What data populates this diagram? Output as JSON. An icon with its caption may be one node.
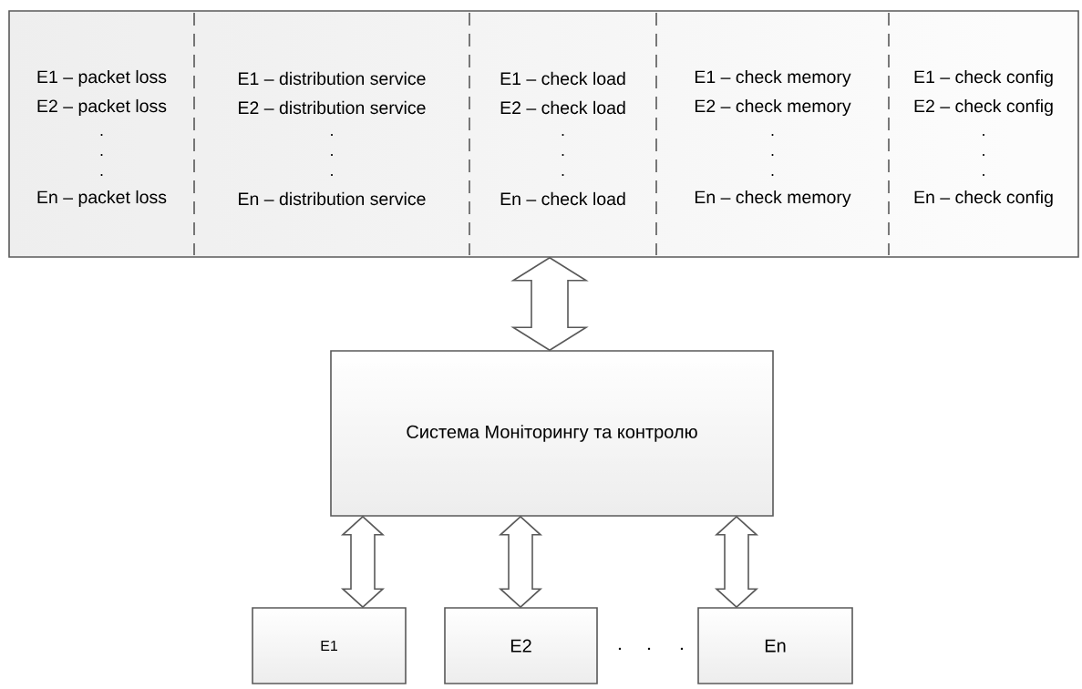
{
  "diagram": {
    "nodes": [
      {
        "text": [],
        "shape": "box"
      },
      {
        "text": [
          "E1 – packet loss",
          "E2 – packet loss",
          "En – packet loss"
        ],
        "in": 0
      },
      {
        "text": [
          "E1 – distribution service",
          "E2 – distribution service",
          "En – distribution service"
        ],
        "in": 0
      },
      {
        "text": [
          "E1 – check load",
          "E2 – check load",
          "En – check load"
        ],
        "in": 0
      },
      {
        "text": [
          "E1 – check memory",
          "E2 – check memory",
          "En – check memory"
        ],
        "in": 0
      },
      {
        "text": [
          "E1 – check config",
          "E2 – check config",
          "En – check config"
        ],
        "in": 0
      },
      {
        "text": [
          "Система Моніторингу та контролю"
        ]
      },
      {
        "text": [
          "E1"
        ]
      },
      {
        "text": [
          "E2"
        ]
      },
      {
        "text": [
          "En"
        ]
      }
    ],
    "edges": [
      {
        "from": 0,
        "to": 6,
        "arrow": "both"
      },
      {
        "from": 6,
        "to": 7,
        "arrow": "both"
      },
      {
        "from": 6,
        "to": 8,
        "arrow": "both"
      },
      {
        "from": 6,
        "to": 9,
        "arrow": "both"
      }
    ]
  }
}
